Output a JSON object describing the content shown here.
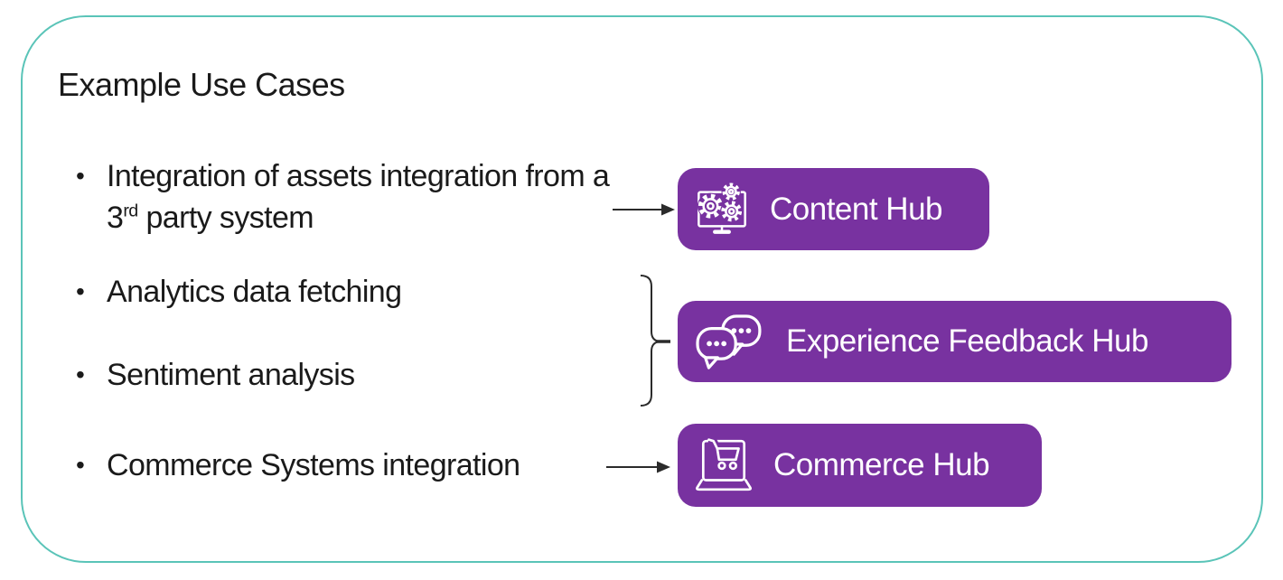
{
  "colors": {
    "canvas_background": "#ffffff",
    "frame_border": "#5ac4b8",
    "hub_background": "#7832a0",
    "hub_text": "#ffffff",
    "body_text": "#1a1a1a",
    "connector": "#2b2b2b"
  },
  "use_cases": {
    "title": "Example Use Cases",
    "bullet_char": "•",
    "bullets": [
      {
        "prefix": "Integration of assets integration from a 3",
        "superscript": "rd",
        "suffix": " party system"
      },
      {
        "prefix": "Analytics data fetching",
        "superscript": "",
        "suffix": ""
      },
      {
        "prefix": "Sentiment analysis",
        "superscript": "",
        "suffix": ""
      },
      {
        "prefix": "Commerce Systems integration",
        "superscript": "",
        "suffix": ""
      }
    ]
  },
  "hubs": [
    {
      "label": "Content Hub",
      "icon": "monitor-gears-icon"
    },
    {
      "label": "Experience Feedback Hub",
      "icon": "chat-bubbles-icon"
    },
    {
      "label": "Commerce Hub",
      "icon": "laptop-cart-icon"
    }
  ],
  "connectors": [
    {
      "type": "arrow",
      "from": "Integration of assets integration from a 3rd party system",
      "to": "Content Hub"
    },
    {
      "type": "brace",
      "from": "Analytics data fetching; Sentiment analysis",
      "to": "Experience Feedback Hub"
    },
    {
      "type": "arrow",
      "from": "Commerce Systems integration",
      "to": "Commerce Hub"
    }
  ]
}
